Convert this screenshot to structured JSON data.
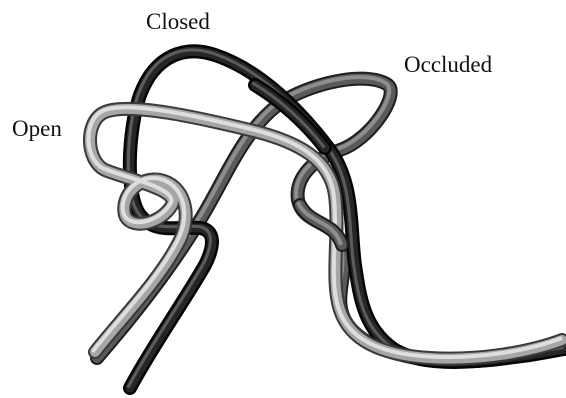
{
  "labels": {
    "closed": "Closed",
    "occluded": "Occluded",
    "open": "Open"
  },
  "traces": [
    {
      "name": "Open",
      "color_dark": "#4a4a4a",
      "color_mid": "#9a9a9a",
      "color_light": "#d8d8d8"
    },
    {
      "name": "Closed",
      "color_dark": "#0e0e0e",
      "color_mid": "#2e2e2e",
      "color_light": "#6a6a6a"
    },
    {
      "name": "Occluded",
      "color_dark": "#262626",
      "color_mid": "#5e5e5e",
      "color_light": "#a4a4a4"
    }
  ]
}
